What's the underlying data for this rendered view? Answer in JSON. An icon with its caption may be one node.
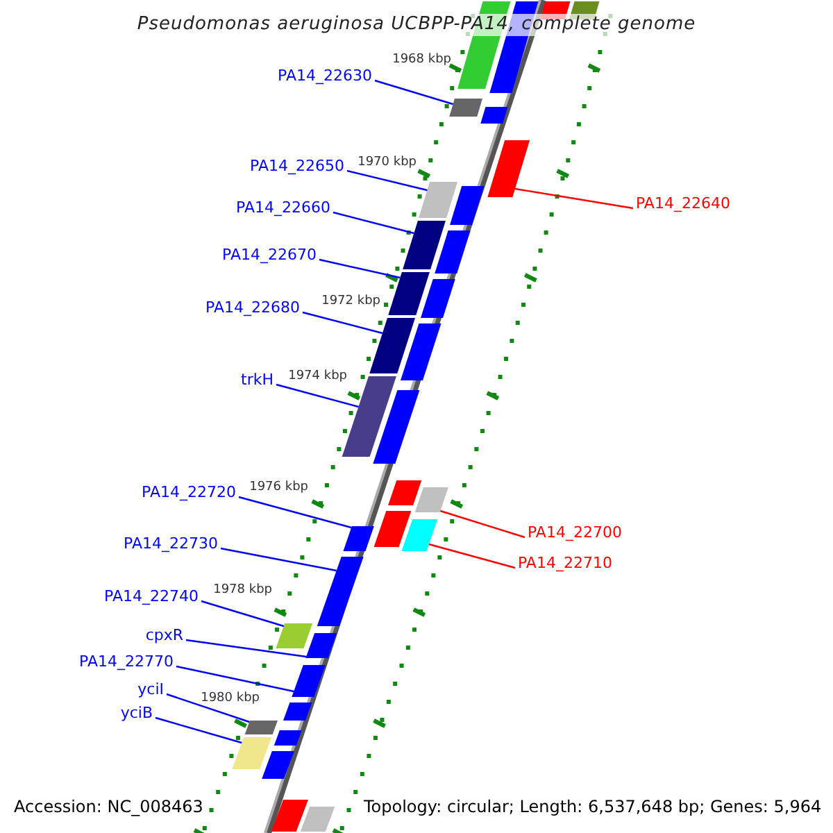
{
  "diagram": {
    "title": "Pseudomonas aeruginosa UCBPP-PA14, complete genome",
    "nodes": [
      {
        "text": [
          "PA14_22630"
        ]
      },
      {
        "text": [
          "PA14_22650"
        ]
      },
      {
        "text": [
          "PA14_22660"
        ]
      },
      {
        "text": [
          "PA14_22670"
        ]
      },
      {
        "text": [
          "PA14_22680"
        ]
      },
      {
        "text": [
          "trkH"
        ]
      },
      {
        "text": [
          "PA14_22720"
        ]
      },
      {
        "text": [
          "PA14_22730"
        ]
      },
      {
        "text": [
          "PA14_22740"
        ]
      },
      {
        "text": [
          "cpxR"
        ]
      },
      {
        "text": [
          "PA14_22770"
        ]
      },
      {
        "text": [
          "yciI"
        ]
      },
      {
        "text": [
          "yciB"
        ]
      },
      {
        "text": [
          "PA14_22640"
        ]
      },
      {
        "text": [
          "PA14_22700"
        ]
      },
      {
        "text": [
          "PA14_22710"
        ]
      },
      {
        "text": [],
        "shape": "bar"
      },
      {
        "text": [],
        "shape": "bar"
      },
      {
        "text": [],
        "shape": "bar"
      },
      {
        "text": [],
        "shape": "bar"
      },
      {
        "text": [],
        "shape": "bar"
      },
      {
        "text": [],
        "shape": "bar"
      },
      {
        "text": [],
        "shape": "bar"
      },
      {
        "text": [],
        "shape": "bar"
      },
      {
        "text": [],
        "shape": "bar"
      },
      {
        "text": [],
        "shape": "bar"
      },
      {
        "text": [],
        "shape": "bar"
      },
      {
        "text": [],
        "shape": "bar"
      },
      {
        "text": [],
        "shape": "bar"
      },
      {
        "text": [],
        "shape": "bar"
      },
      {
        "text": [],
        "shape": "bar"
      },
      {
        "text": [],
        "shape": "bar"
      },
      {
        "text": [],
        "shape": "bar"
      },
      {
        "text": [],
        "shape": "bar"
      },
      {
        "text": [],
        "shape": "bar"
      },
      {
        "text": [],
        "shape": "bar"
      },
      {
        "text": [],
        "shape": "bar"
      },
      {
        "text": [],
        "shape": "bar"
      },
      {
        "text": [],
        "shape": "bar"
      },
      {
        "text": [],
        "shape": "bar"
      },
      {
        "text": [],
        "shape": "bar"
      },
      {
        "text": [],
        "shape": "bar"
      },
      {
        "text": [],
        "shape": "bar"
      },
      {
        "text": [],
        "shape": "bar"
      },
      {
        "text": [],
        "shape": "bar"
      },
      {
        "text": [],
        "shape": "bar"
      },
      {
        "text": [],
        "shape": "bar"
      },
      {
        "text": [],
        "shape": "bar"
      },
      {
        "text": [],
        "shape": "bar"
      }
    ],
    "edges": [
      {
        "from": 0,
        "to": 16,
        "arrow": "none"
      },
      {
        "from": 1,
        "to": 17,
        "arrow": "none"
      },
      {
        "from": 2,
        "to": 18,
        "arrow": "none"
      },
      {
        "from": 3,
        "to": 19,
        "arrow": "none"
      },
      {
        "from": 4,
        "to": 20,
        "arrow": "none"
      },
      {
        "from": 5,
        "to": 21,
        "arrow": "none"
      },
      {
        "from": 6,
        "to": 22,
        "arrow": "none"
      },
      {
        "from": 7,
        "to": 23,
        "arrow": "none"
      },
      {
        "from": 8,
        "to": 24,
        "arrow": "none"
      },
      {
        "from": 9,
        "to": 25,
        "arrow": "none"
      },
      {
        "from": 10,
        "to": 26,
        "arrow": "none"
      },
      {
        "from": 11,
        "to": 27,
        "arrow": "none"
      },
      {
        "from": 12,
        "to": 28,
        "arrow": "none"
      },
      {
        "from": 13,
        "to": 29,
        "arrow": "none",
        "color": "#ff0000"
      },
      {
        "from": 14,
        "to": 30,
        "arrow": "none",
        "color": "#ff0000"
      },
      {
        "from": 15,
        "to": 31,
        "arrow": "none",
        "color": "#ff0000"
      }
    ],
    "labels": [
      "1968 kbp",
      "1970 kbp",
      "1972 kbp",
      "1974 kbp",
      "1976 kbp",
      "1978 kbp",
      "1980 kbp",
      "Accession: NC_008463",
      "Topology: circular; Length: 6,537,648 bp; Genes: 5,964"
    ]
  }
}
